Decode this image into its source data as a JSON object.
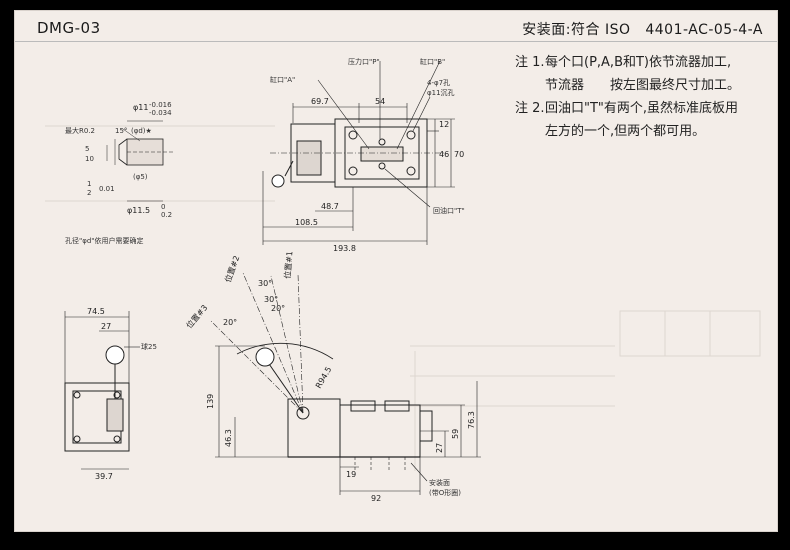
{
  "header": {
    "model": "DMG-03",
    "mounting": "安装面:符合 ISO",
    "standard": "4401-AC-05-4-A"
  },
  "notes": [
    {
      "num": "注 1.",
      "lines": [
        "每个口(P,A,B和T)依节流器加工,",
        "节流器　　按左图最终尺寸加工。"
      ]
    },
    {
      "num": "注 2.",
      "lines": [
        "回油口\"T\"有两个,虽然标准底板用",
        "左方的一个,但两个都可用。"
      ]
    }
  ],
  "top_view": {
    "label_port_p": "压力口\"P\"",
    "label_port_b": "缸口\"B\"",
    "label_port_a": "缸口\"A\"",
    "label_holes_1": "4-φ7孔",
    "label_holes_2": "φ11沉孔",
    "label_return": "回油口\"T\"",
    "dim_69_7": "69.7",
    "dim_54": "54",
    "dim_12": "12",
    "dim_46": "46",
    "dim_70": "70",
    "dim_48_7": "48.7",
    "dim_108_5": "108.5",
    "dim_193_8": "193.8"
  },
  "orifice_detail": {
    "phi11": "φ11",
    "tol_upper": "-0.016",
    "tol_lower": "-0.034",
    "max_r": "最大R0.2",
    "angle": "15°",
    "phi_d": "(φd)★",
    "dim_5": "5",
    "dim_10": "10",
    "dim_1": "1",
    "dim_2": "2",
    "dim_0_01": "0.01",
    "phi5": "(φ5)",
    "phi11_5": "φ11.5",
    "tol_0_2": "0",
    "tol_0_2b": "0.2",
    "footnote": "孔径\"φd\"依用户需要确定"
  },
  "side_view": {
    "dim_74_5": "74.5",
    "dim_27": "27",
    "ball": "球25",
    "dim_39_7": "39.7"
  },
  "front_view": {
    "pos2": "位置#2",
    "pos1": "位置#1",
    "pos3": "位置#3",
    "ang_30a": "30°",
    "ang_30b": "30°",
    "ang_20a": "20°",
    "ang_20b": "20°",
    "r94_5": "R94.5",
    "dim_139": "139",
    "dim_46_3": "46.3",
    "dim_27": "27",
    "dim_59": "59",
    "dim_76_3": "76.3",
    "dim_19": "19",
    "dim_92": "92",
    "mount_face": "安装面",
    "o_ring": "(带O形圈)"
  }
}
